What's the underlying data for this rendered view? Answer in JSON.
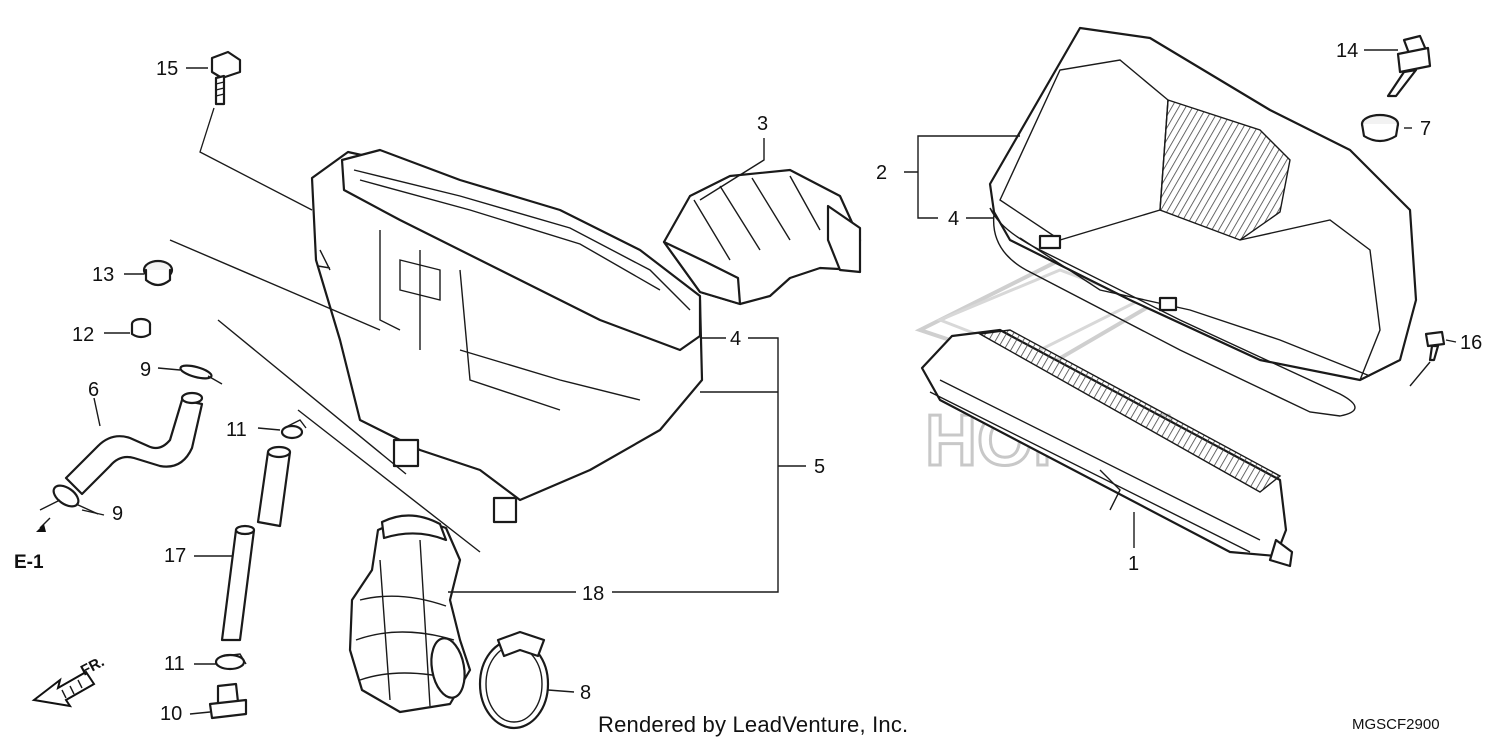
{
  "credit_text": "Rendered by LeadVenture, Inc.",
  "diagram_code": "MGSCF2900",
  "reference_label": "E-1",
  "front_label": "FR.",
  "callouts": {
    "c1": "1",
    "c2": "2",
    "c3": "3",
    "c4a": "4",
    "c4b": "4",
    "c5": "5",
    "c6": "6",
    "c7": "7",
    "c8": "8",
    "c9a": "9",
    "c9b": "9",
    "c10": "10",
    "c11a": "11",
    "c11b": "11",
    "c12": "12",
    "c13": "13",
    "c14": "14",
    "c15": "15",
    "c16": "16",
    "c17": "17",
    "c18": "18"
  },
  "colors": {
    "line": "#1a1a1a",
    "watermark": "#c8c8c8"
  }
}
